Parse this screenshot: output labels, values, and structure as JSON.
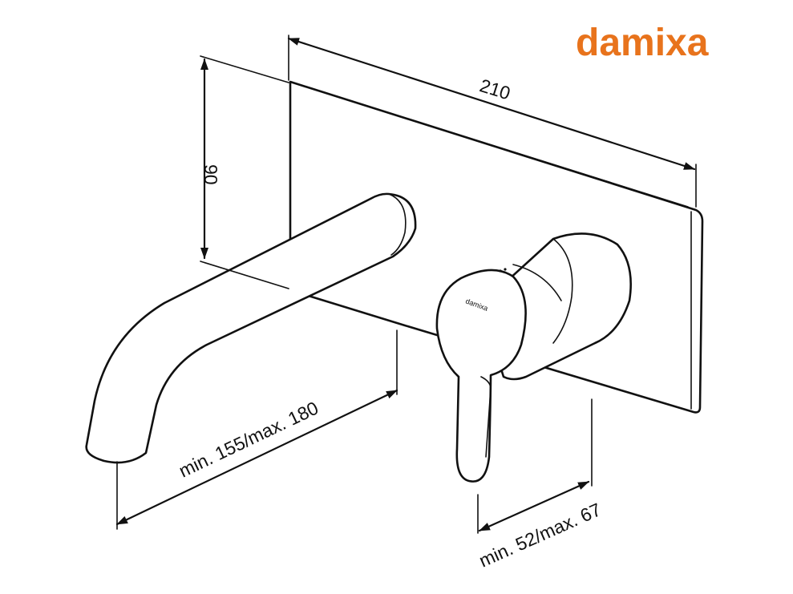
{
  "brand": {
    "logo_text": "damixa",
    "logo_color": "#e8731c"
  },
  "dimensions": {
    "plate_width": "210",
    "plate_height": "90",
    "spout_length": "min. 155/max. 180",
    "handle_depth": "min. 52/max. 67"
  },
  "handle_marking": "damixa",
  "colors": {
    "line": "#111111",
    "background": "#ffffff"
  }
}
